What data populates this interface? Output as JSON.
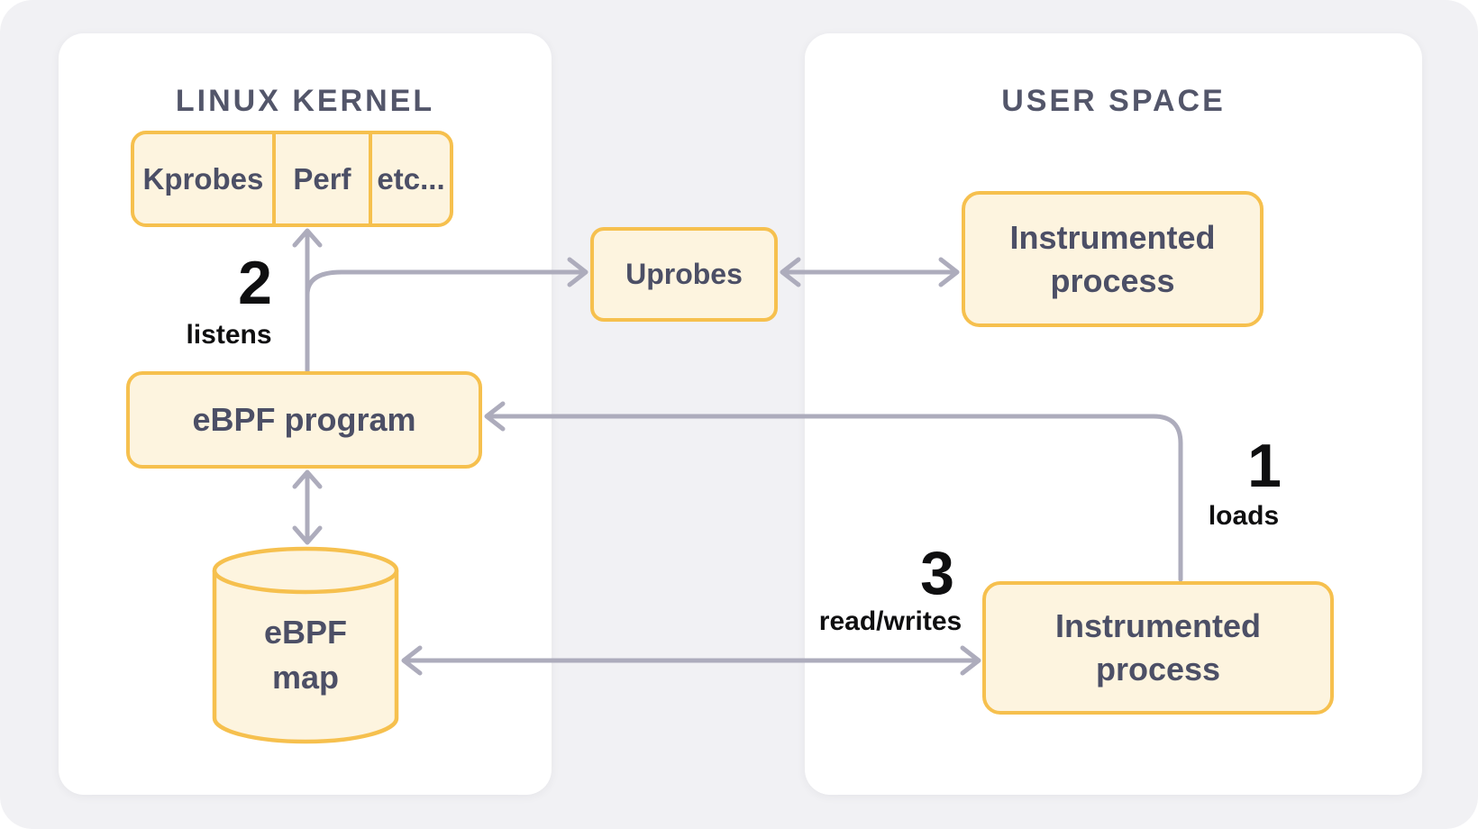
{
  "diagram": {
    "panels": {
      "kernel": {
        "title": "LINUX KERNEL"
      },
      "user": {
        "title": "USER SPACE"
      }
    },
    "nodes": {
      "probes_row": {
        "cells": [
          "Kprobes",
          "Perf",
          "etc..."
        ]
      },
      "ebpf_program": {
        "label": "eBPF program"
      },
      "uprobes": {
        "label": "Uprobes"
      },
      "instrumented_top": {
        "line1": "Instrumented",
        "line2": "process"
      },
      "instrumented_bottom": {
        "line1": "Instrumented",
        "line2": "process"
      },
      "ebpf_map": {
        "line1": "eBPF",
        "line2": "map"
      }
    },
    "annotations": {
      "step1": {
        "number": "1",
        "label": "loads"
      },
      "step2": {
        "number": "2",
        "label": "listens"
      },
      "step3": {
        "number": "3",
        "label": "read/writes"
      }
    },
    "colors": {
      "canvas_bg": "#f1f1f4",
      "panel_bg": "#ffffff",
      "node_fill": "#fdf4df",
      "node_border": "#f6c04e",
      "node_text": "#4c4f66",
      "title_text": "#53566a",
      "arrow": "#adacbc",
      "annotation_text": "#0f0f10"
    }
  }
}
